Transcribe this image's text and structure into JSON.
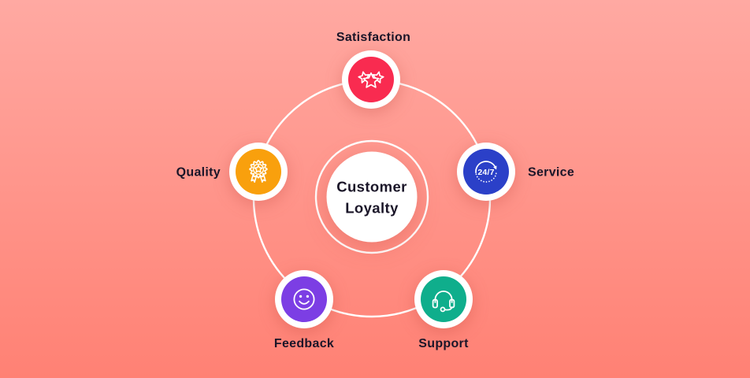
{
  "background": {
    "gradient_top": "#FFA9A2",
    "gradient_bottom": "#FF8174"
  },
  "ring_color": "#FFFFFF",
  "hub": {
    "line1": "Customer",
    "line2": "Loyalty",
    "fill": "#FFFFFF",
    "text_color": "#1A1528"
  },
  "label_color": "#1A1528",
  "nodes": [
    {
      "label": "Satisfaction",
      "color": "#F92B50",
      "icon": "three-stars-icon",
      "position": "top"
    },
    {
      "label": "Service",
      "color": "#2B40C8",
      "icon": "24-7-icon",
      "icon_text": "24/7",
      "position": "right"
    },
    {
      "label": "Support",
      "color": "#0FAE8C",
      "icon": "headset-icon",
      "position": "bottom-right"
    },
    {
      "label": "Feedback",
      "color": "#7C3EE4",
      "icon": "smiley-icon",
      "position": "bottom-left"
    },
    {
      "label": "Quality",
      "color": "#F9A00D",
      "icon": "award-badge-icon",
      "position": "left"
    }
  ]
}
